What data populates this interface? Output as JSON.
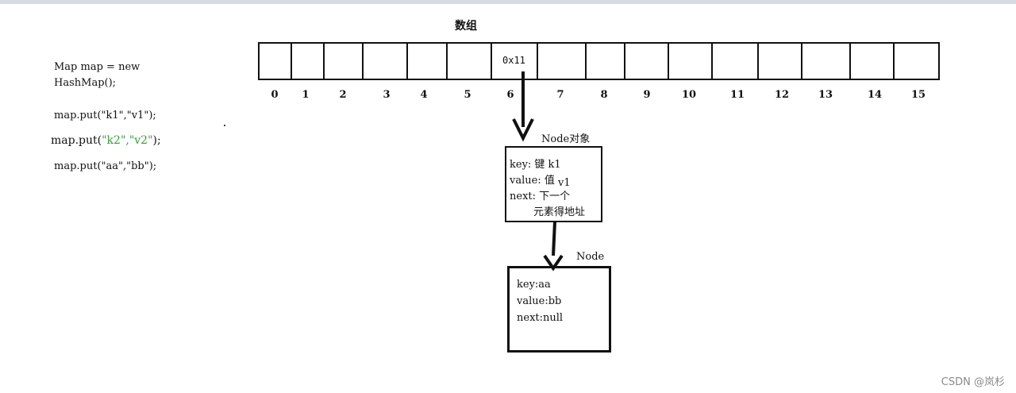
{
  "code": {
    "line1": "Map map = new",
    "line2": "HashMap();",
    "put1": "map.put(\"k1\",\"v1\");",
    "put2_prefix": "map.put(",
    "put2_args": "\"k2\",\"v2\"",
    "put2_suffix": ");",
    "put3": "map.put(\"aa\",\"bb\");"
  },
  "array": {
    "title": "数组",
    "cell_value": "0x11",
    "indices": [
      "0",
      "1",
      "2",
      "3",
      "4",
      "5",
      "6",
      "7",
      "8",
      "9",
      "10",
      "11",
      "12",
      "13",
      "14",
      "15"
    ]
  },
  "node1": {
    "label": "Node对象",
    "key": "key: 键 k1",
    "value_prefix": "value: 值",
    "value_val": "v1",
    "next": "next: 下一个",
    "next2": "元素得地址"
  },
  "node2": {
    "label": "Node",
    "key": "key:aa",
    "value": "value:bb",
    "next": "next:null"
  },
  "watermark": "CSDN @岚杉",
  "colors": {
    "green": "#3a9a3a",
    "border": "#111111",
    "arrow": "#111111"
  }
}
